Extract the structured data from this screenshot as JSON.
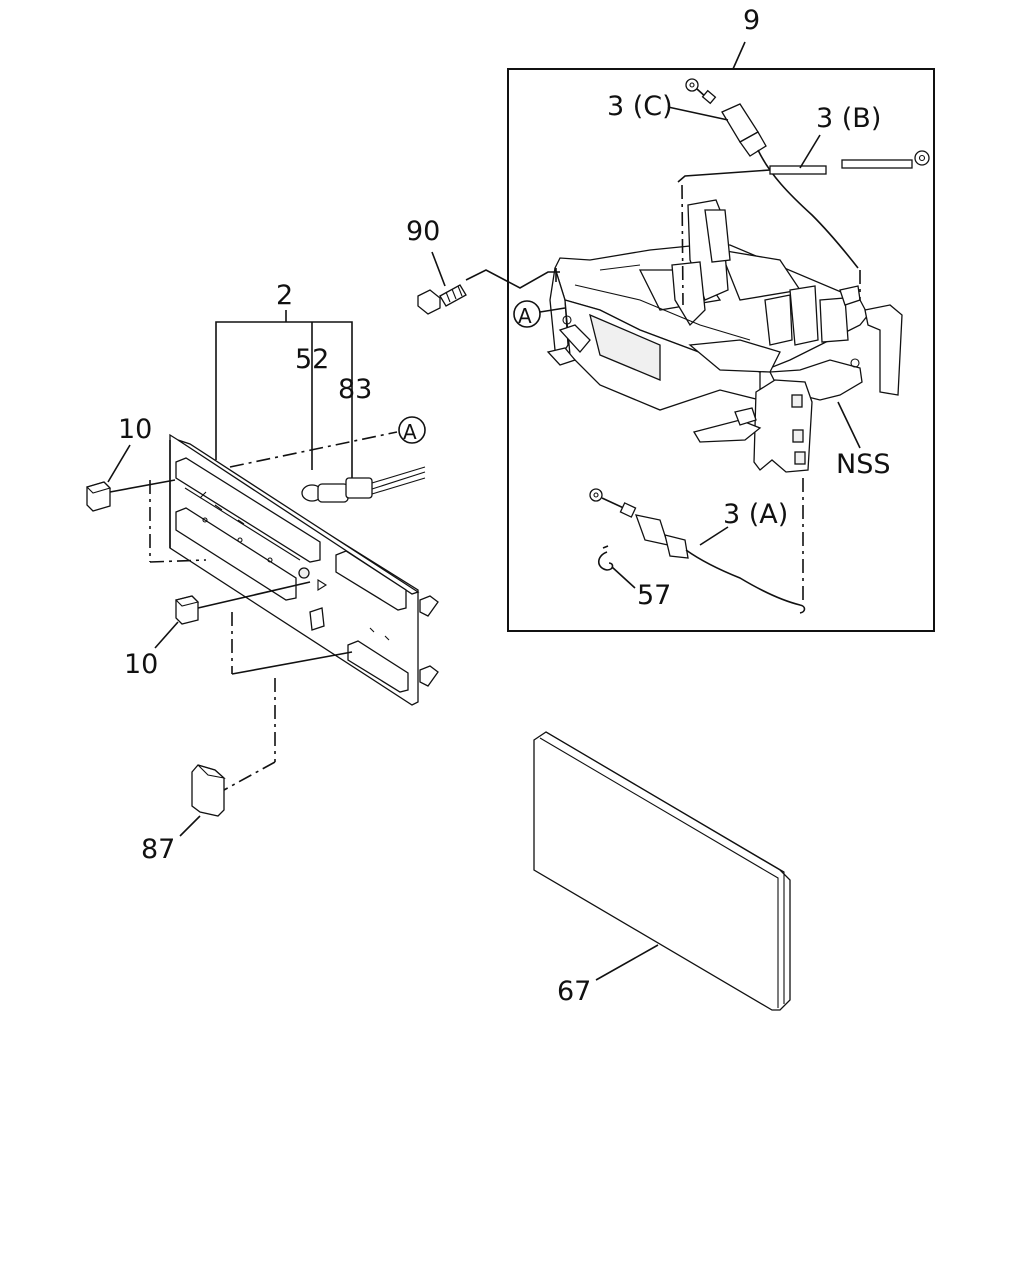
{
  "callouts": {
    "assembly": "9",
    "cable_c": "3 (C)",
    "cable_b": "3 (B)",
    "screw": "90",
    "circle_a_left": "A",
    "panel": "2",
    "bulb_socket": "52",
    "bulb": "83",
    "circle_a_right": "A",
    "knob_top": "10",
    "knob_bottom": "10",
    "nss": "NSS",
    "cable_a": "3 (A)",
    "clip": "57",
    "cover": "87",
    "pad": "67"
  }
}
